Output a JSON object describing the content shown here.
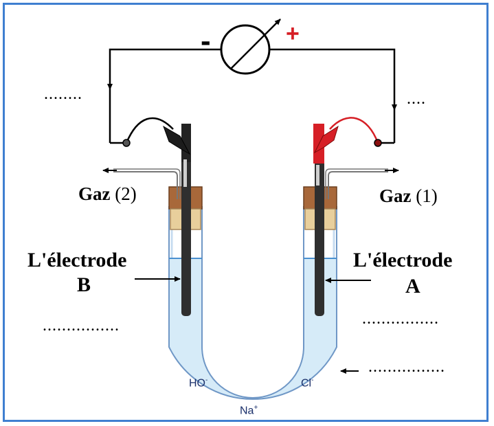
{
  "meter": {
    "minus_sign": "-",
    "plus_sign": "+"
  },
  "gas": {
    "left": {
      "word": "Gaz",
      "number": "(2)"
    },
    "right": {
      "word": "Gaz",
      "number": "(1)"
    }
  },
  "electrodes": {
    "left": {
      "label": "L'électrode",
      "letter": "B"
    },
    "right": {
      "label": "L'électrode",
      "letter": "A"
    }
  },
  "blanks": {
    "top_left": "........",
    "top_right": "....",
    "middle_left": "................",
    "middle_right": "................",
    "bottom_right": "................"
  },
  "ions": {
    "hydroxide": {
      "base": "HO",
      "charge": "-"
    },
    "chloride": {
      "base": "Cl",
      "charge": "-"
    },
    "sodium": {
      "base": "Na",
      "charge": "+"
    }
  },
  "colors": {
    "frame": "#3f7fd0",
    "solution": "#d6ebf8",
    "tube_outline": "#4a7fb8",
    "positive_electrode": "#d61f26",
    "negative_electrode": "#222222",
    "cork": "#a8683a",
    "stopper": "#e8cf9c"
  }
}
